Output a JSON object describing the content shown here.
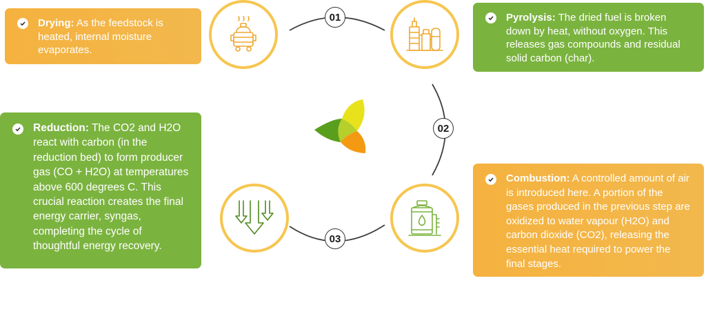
{
  "steps": [
    {
      "number": "01",
      "title": "Drying:",
      "text": "As the feedstock is heated, internal moisture evaporates.",
      "icon": "dryer-icon"
    },
    {
      "number": "02",
      "title": "Pyrolysis:",
      "text": "The dried fuel is broken down by heat, without oxygen. This releases gas compounds and residual solid carbon (char).",
      "icon": "factory-icon"
    },
    {
      "number": "03",
      "title": "Combustion:",
      "text": "A controlled amount of air is introduced here. A portion of the gases produced in the previous step are oxidized to water vapour (H2O) and carbon dioxide (CO2), releasing the essential heat required to power the final stages.",
      "icon": "storage-tank-icon"
    },
    {
      "title": "Reduction:",
      "text": "The CO2 and H2O react with carbon (in the reduction bed) to form producer gas (CO + H2O) at temperatures above 600 degrees C. This crucial reaction creates the final energy carrier, syngas, completing the cycle of thoughtful energy recovery.",
      "icon": "down-arrows-icon"
    }
  ],
  "colors": {
    "orange": "#f5b23f",
    "green": "#7bb33f",
    "ring": "#f6c650",
    "logo_yellow": "#e8e21c",
    "logo_green": "#5a9e1e",
    "logo_orange": "#f39a12"
  },
  "center_logo": "tri-leaf-logo"
}
